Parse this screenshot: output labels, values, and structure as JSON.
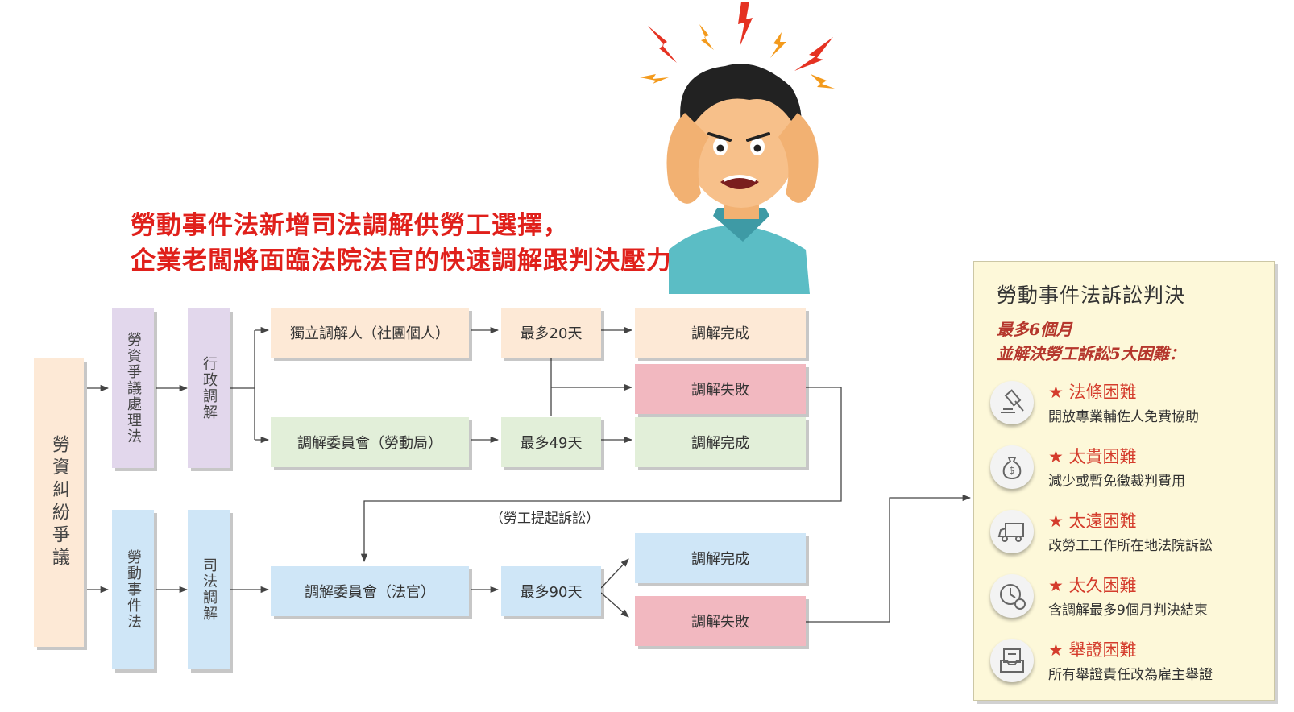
{
  "headline": {
    "line1": "勞動事件法新增司法調解供勞工選擇，",
    "line2": "企業老闆將面臨法院法官的快速調解跟判決壓力"
  },
  "flow": {
    "root": "勞資糾紛爭議",
    "admin": {
      "law": "勞資爭議處理法",
      "method": "行政調解",
      "route1": {
        "mediator": "獨立調解人（社團個人）",
        "time": "最多20天",
        "success": "調解完成",
        "fail": "調解失敗"
      },
      "route2": {
        "mediator": "調解委員會（勞動局）",
        "time": "最多49天",
        "success": "調解完成"
      }
    },
    "judicial": {
      "law": "勞動事件法",
      "method": "司法調解",
      "mediator": "調解委員會（法官）",
      "time": "最多90天",
      "success": "調解完成",
      "fail": "調解失敗"
    },
    "lawsuit_note": "（勞工提起訴訟）"
  },
  "panel": {
    "title": "勞動事件法訴訟判決",
    "subtitle1": "最多6個月",
    "subtitle2": "並解決勞工訴訟5大困難：",
    "items": [
      {
        "title": "法條困難",
        "desc": "開放專業輔佐人免費協助",
        "icon": "gavel-icon"
      },
      {
        "title": "太貴困難",
        "desc": "減少或暫免徵裁判費用",
        "icon": "money-bag-icon"
      },
      {
        "title": "太遠困難",
        "desc": "改勞工工作所在地法院訴訟",
        "icon": "truck-icon"
      },
      {
        "title": "太久困難",
        "desc": "含調解最多9個月判決結束",
        "icon": "clock-24h-icon"
      },
      {
        "title": "舉證困難",
        "desc": "所有舉證責任改為雇主舉證",
        "icon": "document-tray-icon"
      }
    ],
    "star": "★"
  },
  "colors": {
    "headline": "#e0201b",
    "admin": "#e2d7ec",
    "judicial": "#cfe6f7",
    "route1": "#fde9d6",
    "route2": "#e2efd9",
    "fail": "#f2b8c0",
    "panel": "#fdf8d9",
    "star": "#d43c2c"
  }
}
